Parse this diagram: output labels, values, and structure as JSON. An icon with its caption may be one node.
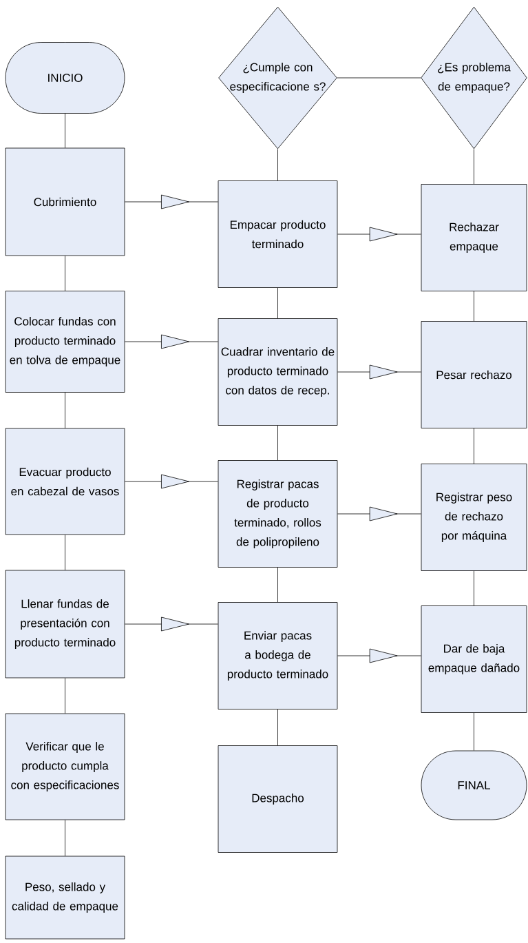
{
  "diagram": {
    "nodes": [
      {
        "text": [
          "INICIO"
        ]
      },
      {
        "text": [
          "Cubrimiento"
        ]
      },
      {
        "text": [
          "Colocar fundas con producto terminado en tolva de empaque"
        ]
      },
      {
        "text": [
          "Evacuar producto en cabezal de vasos"
        ]
      },
      {
        "text": [
          "Llenar fundas de presentación con producto terminado"
        ]
      },
      {
        "text": [
          "Verificar que le producto cumpla con especificaciones"
        ]
      },
      {
        "text": [
          "Peso, sellado y calidad de empaque"
        ]
      },
      {
        "text": [
          "¿Cumple con especificacione s?"
        ]
      },
      {
        "text": [
          "¿Es problema de empaque?"
        ]
      },
      {
        "text": [
          "Empacar producto terminado"
        ]
      },
      {
        "text": [
          "Cuadrar inventario de producto terminado con datos de recep."
        ]
      },
      {
        "text": [
          "Registrar pacas de producto terminado, rollos de polipropileno"
        ]
      },
      {
        "text": [
          "Enviar pacas a bodega de producto terminado"
        ]
      },
      {
        "text": [
          "Despacho"
        ]
      },
      {
        "text": [
          "Rechazar empaque"
        ]
      },
      {
        "text": [
          "Pesar rechazo"
        ]
      },
      {
        "text": [
          "Registrar peso de rechazo por máquina"
        ]
      },
      {
        "text": [
          "Dar de baja empaque dañado"
        ]
      },
      {
        "text": [
          "FINAL"
        ]
      }
    ],
    "edges": [
      {
        "from": 0,
        "to": 1,
        "arrow": "none"
      },
      {
        "from": 1,
        "to": 2,
        "arrow": "none"
      },
      {
        "from": 2,
        "to": 3,
        "arrow": "none"
      },
      {
        "from": 3,
        "to": 4,
        "arrow": "none"
      },
      {
        "from": 4,
        "to": 5,
        "arrow": "none"
      },
      {
        "from": 5,
        "to": 6,
        "arrow": "none"
      },
      {
        "from": 1,
        "to": 9,
        "arrow": "to"
      },
      {
        "from": 2,
        "to": 10,
        "arrow": "to"
      },
      {
        "from": 3,
        "to": 11,
        "arrow": "to"
      },
      {
        "from": 4,
        "to": 12,
        "arrow": "to"
      },
      {
        "from": 7,
        "to": 8,
        "arrow": "none"
      },
      {
        "from": 7,
        "to": 9,
        "arrow": "none"
      },
      {
        "from": 9,
        "to": 10,
        "arrow": "none"
      },
      {
        "from": 10,
        "to": 11,
        "arrow": "none"
      },
      {
        "from": 11,
        "to": 12,
        "arrow": "none"
      },
      {
        "from": 12,
        "to": 13,
        "arrow": "none"
      },
      {
        "from": 8,
        "to": 14,
        "arrow": "none"
      },
      {
        "from": 14,
        "to": 15,
        "arrow": "none"
      },
      {
        "from": 15,
        "to": 16,
        "arrow": "none"
      },
      {
        "from": 16,
        "to": 17,
        "arrow": "none"
      },
      {
        "from": 17,
        "to": 18,
        "arrow": "none"
      },
      {
        "from": 9,
        "to": 14,
        "arrow": "to"
      },
      {
        "from": 10,
        "to": 15,
        "arrow": "to"
      },
      {
        "from": 11,
        "to": 16,
        "arrow": "to"
      },
      {
        "from": 12,
        "to": 17,
        "arrow": "to"
      }
    ]
  }
}
